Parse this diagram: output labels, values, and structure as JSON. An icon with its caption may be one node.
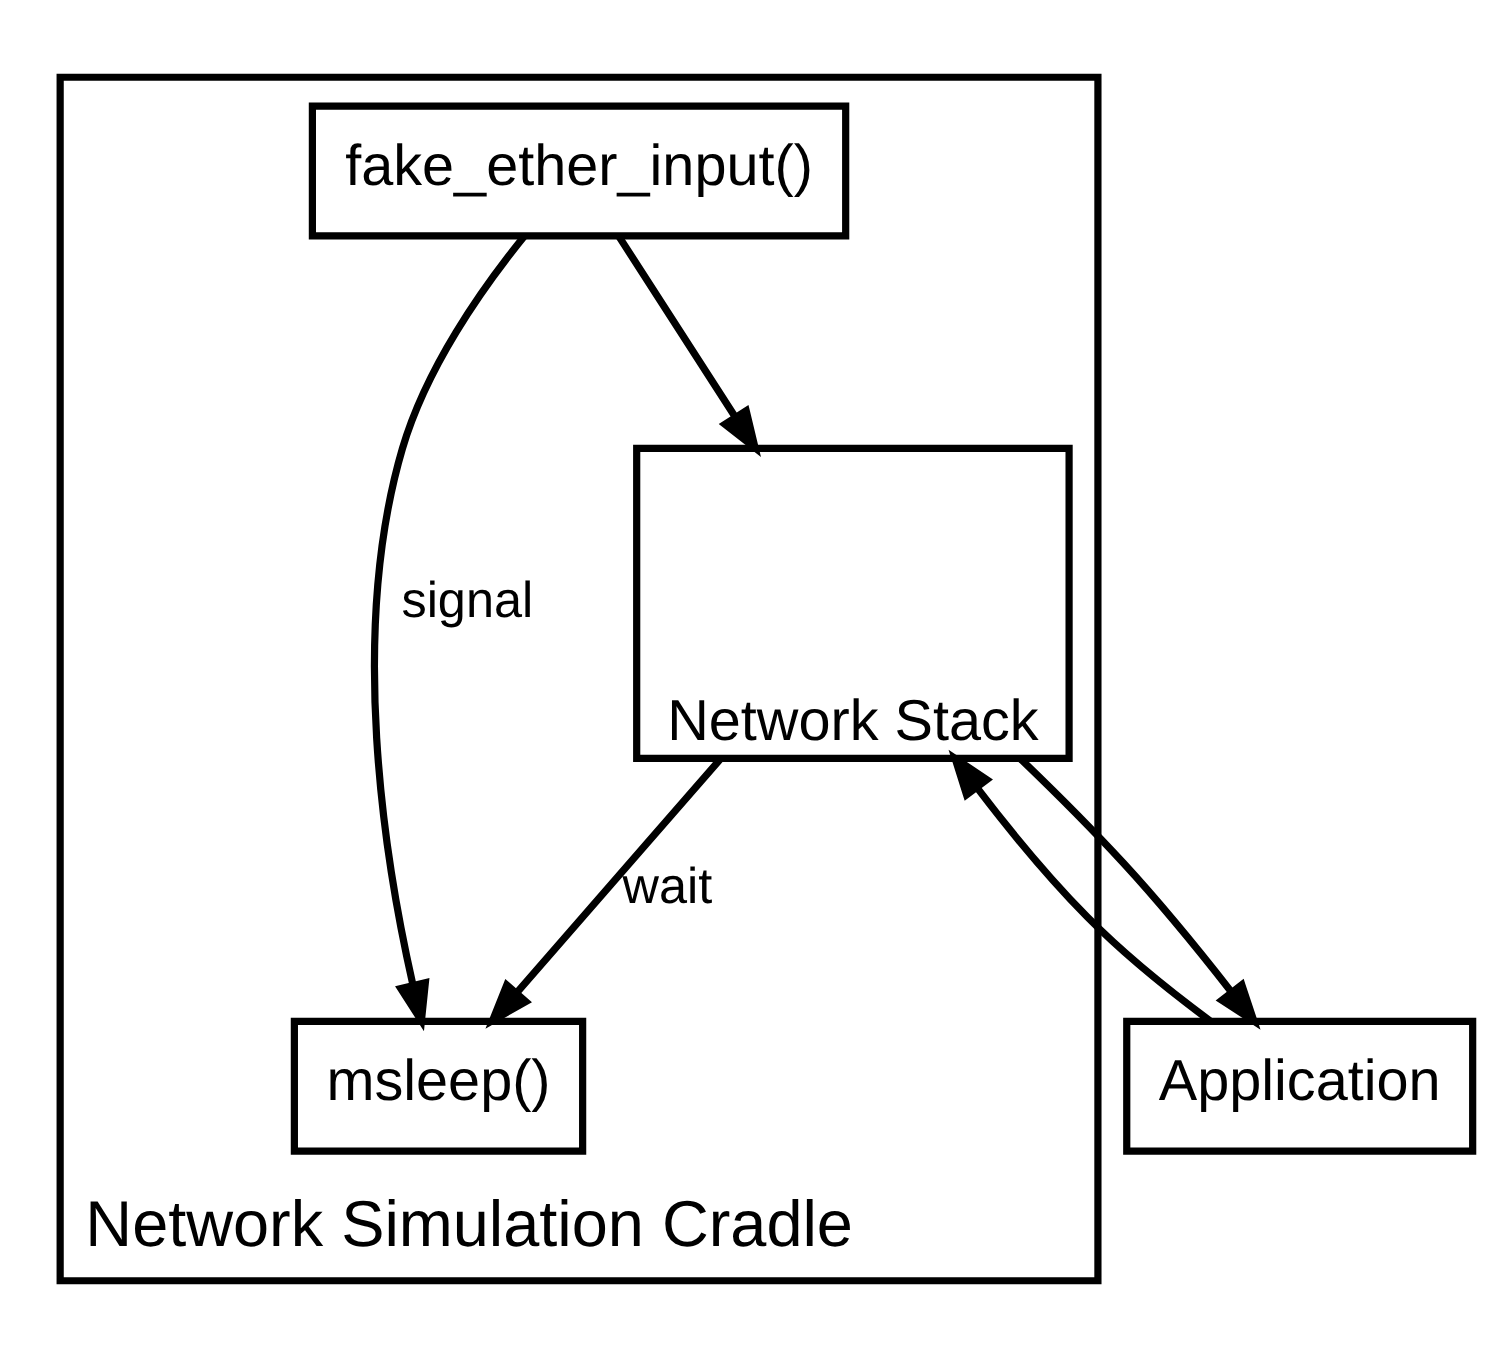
{
  "diagram": {
    "nodes": [
      {
        "text": [
          "Application"
        ]
      },
      {
        "text": [
          "Network Simulation Cradle"
        ]
      },
      {
        "text": [
          "Network Stack"
        ],
        "in": 1
      },
      {
        "text": [
          "msleep()"
        ],
        "in": 1
      },
      {
        "text": [
          "fake_ether_input()"
        ],
        "in": 1
      }
    ],
    "edges": [
      {
        "from": 0,
        "to": 2,
        "arrow": "to"
      },
      {
        "from": 2,
        "to": 0,
        "arrow": "to"
      },
      {
        "from": 2,
        "to": 3,
        "arrow": "to",
        "label": "wait"
      },
      {
        "from": 4,
        "to": 2,
        "arrow": "to"
      },
      {
        "from": 4,
        "to": 3,
        "arrow": "to",
        "label": "signal"
      }
    ]
  }
}
